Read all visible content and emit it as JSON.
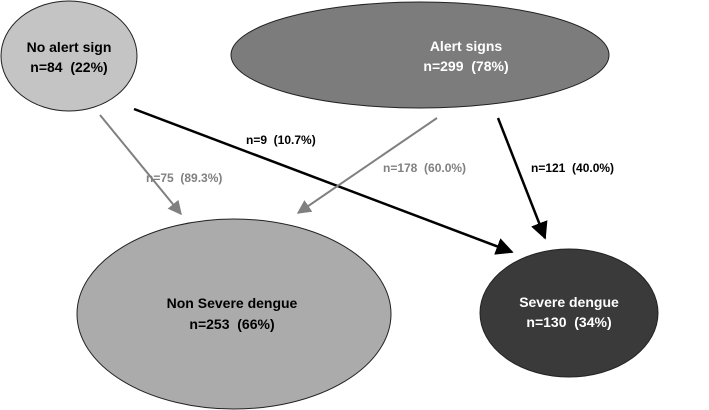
{
  "nodes": {
    "no_alert": {
      "title": "No alert sign",
      "count": "n=84  (22%)",
      "fill": "#c4c4c4",
      "text_color": "#000000"
    },
    "alert": {
      "title": "Alert signs",
      "count": "n=299  (78%)",
      "fill": "#7c7c7c",
      "text_color": "#ffffff"
    },
    "non_severe": {
      "title": "Non Severe dengue",
      "count": "n=253  (66%)",
      "fill": "#ababab",
      "text_color": "#000000"
    },
    "severe": {
      "title": "Severe dengue",
      "count": "n=130  (34%)",
      "fill": "#3a3a3a",
      "text_color": "#ffffff"
    }
  },
  "edges": {
    "no_alert_to_non_severe": {
      "label": "n=75  (89.3%)",
      "color": "#808080"
    },
    "no_alert_to_severe": {
      "label": "n=9  (10.7%)",
      "color": "#000000"
    },
    "alert_to_non_severe": {
      "label": "n=178  (60.0%)",
      "color": "#808080"
    },
    "alert_to_severe": {
      "label": "n=121  (40.0%)",
      "color": "#000000"
    }
  }
}
